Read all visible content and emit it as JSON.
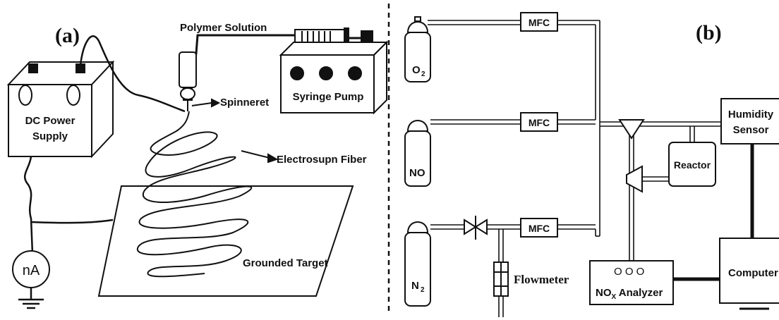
{
  "panel_a": {
    "label": "(a)",
    "dc_power_supply": [
      "DC Power",
      "Supply"
    ],
    "polymer_solution": "Polymer Solution",
    "syringe_pump": "Syringe Pump",
    "spinneret": "Spinneret",
    "fiber": "Electrosupn Fiber",
    "grounded_target": "Grounded Target",
    "meter": "nA"
  },
  "panel_b": {
    "label": "(b)",
    "gases": {
      "o2": "O",
      "o2_sub": "2",
      "no": "NO",
      "n2": "N",
      "n2_sub": "2"
    },
    "mfc": "MFC",
    "flowmeter": "Flowmeter",
    "reactor": "Reactor",
    "humidity_sensor": [
      "Humidity",
      "Sensor"
    ],
    "computer": "Computer",
    "analyzer_prefix": "NO",
    "analyzer_sub": "X",
    "analyzer_suffix": " Analyzer",
    "analyzer_knobs": "O O O"
  }
}
